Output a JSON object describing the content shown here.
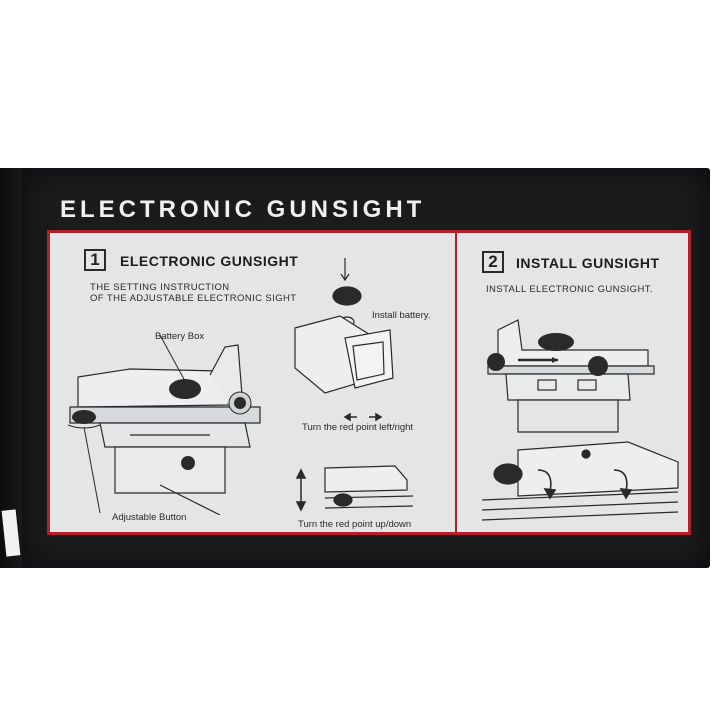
{
  "box_title": "ELECTRONIC GUNSIGHT",
  "section1": {
    "number": "1",
    "title": "ELECTRONIC GUNSIGHT",
    "subtitle_line1": "THE SETTING INSTRUCTION",
    "subtitle_line2": "OF THE ADJUSTABLE ELECTRONIC SIGHT",
    "battery_box_label": "Battery Box",
    "adjustable_button_label": "Adjustable Button",
    "install_battery_label": "Install battery.",
    "left_right_label": "Turn the red point left/right",
    "up_down_label": "Turn the red point up/down"
  },
  "section2": {
    "number": "2",
    "title": "INSTALL GUNSIGHT",
    "subtitle": "INSTALL ELECTRONIC GUNSIGHT."
  },
  "colors": {
    "box": "#1b1b1e",
    "panel": "#e3e5e6",
    "border": "#b3202b",
    "ink": "#222222"
  }
}
